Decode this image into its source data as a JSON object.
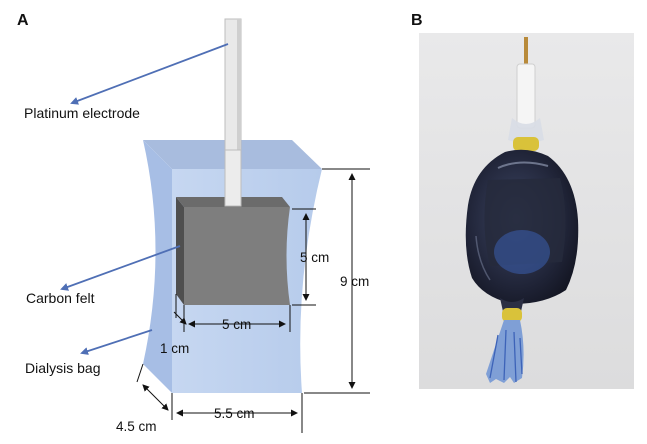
{
  "panels": {
    "a_label": "A",
    "b_label": "B"
  },
  "callouts": {
    "electrode": "Platinum electrode",
    "felt": "Carbon felt",
    "bag": "Dialysis bag"
  },
  "dimensions": {
    "felt_height": "5 cm",
    "bag_height": "9 cm",
    "felt_width": "5 cm",
    "felt_depth": "1 cm",
    "bag_width": "5.5 cm",
    "bag_depth": "4.5 cm"
  },
  "colors": {
    "bag_front": "#bcd0ee",
    "bag_side": "#a9c0e6",
    "bag_top": "#8ea8cf",
    "felt_front": "#7d7d7d",
    "felt_top": "#6f6f6f",
    "felt_left": "#555555",
    "electrode": "#e9e9e9",
    "callout_line": "#4f6fb5",
    "photo_background": "#e4e4e4"
  }
}
